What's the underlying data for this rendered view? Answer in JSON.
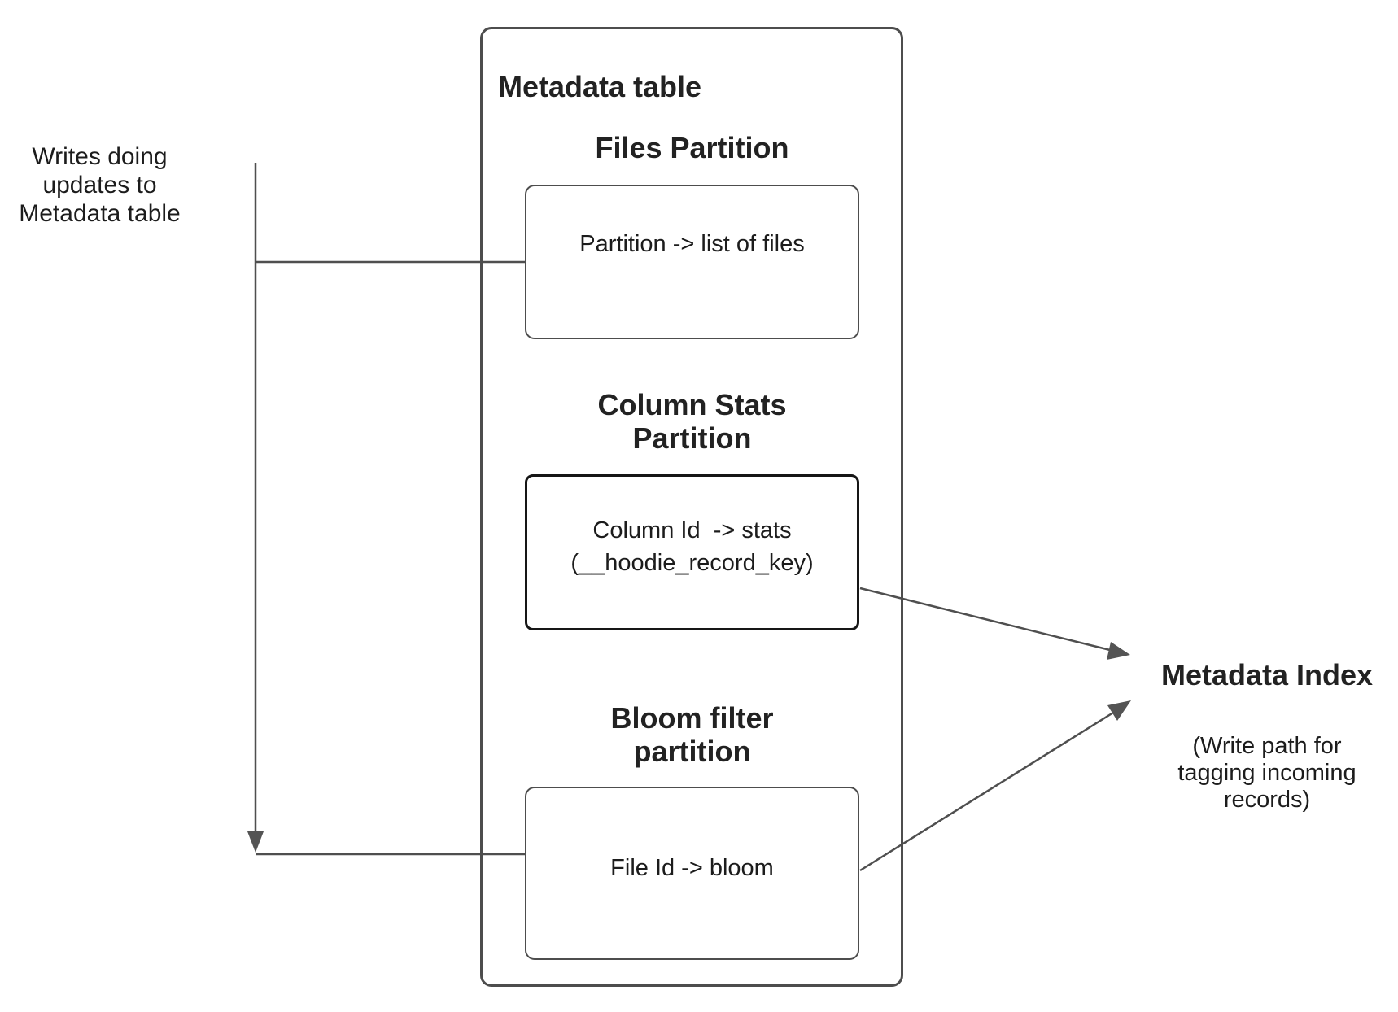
{
  "diagram": {
    "left_note": "Writes doing\nupdates to\nMetadata table",
    "metadata_table": {
      "title": "Metadata table",
      "partitions": [
        {
          "heading": "Files Partition",
          "body": "Partition -> list of files"
        },
        {
          "heading": "Column Stats\nPartition",
          "body": "Column Id  -> stats\n(__hoodie_record_key)"
        },
        {
          "heading": "Bloom filter\npartition",
          "body": "File Id -> bloom"
        }
      ]
    },
    "metadata_index": {
      "title": "Metadata Index",
      "subtitle": "(Write path for\ntagging incoming\nrecords)"
    },
    "colors": {
      "background": "#ffffff",
      "box_border": "#4d4d4d",
      "highlight_box_border": "#161616",
      "connector": "#4f4f4f",
      "arrowhead": "#545454",
      "text": "#1c1c1c"
    }
  }
}
